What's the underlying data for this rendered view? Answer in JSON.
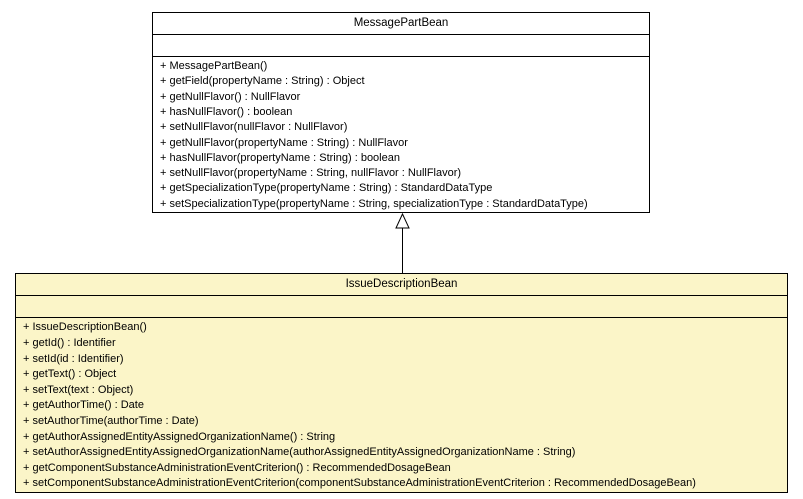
{
  "diagram": {
    "type": "uml-class-diagram",
    "background_color": "#ffffff",
    "classes": [
      {
        "name": "MessagePartBean",
        "fill_color": "#ffffff",
        "border_color": "#000000",
        "attributes": [],
        "methods": [
          "+ MessagePartBean()",
          "+ getField(propertyName : String) : Object",
          "+ getNullFlavor() : NullFlavor",
          "+ hasNullFlavor() : boolean",
          "+ setNullFlavor(nullFlavor : NullFlavor)",
          "+ getNullFlavor(propertyName : String) : NullFlavor",
          "+ hasNullFlavor(propertyName : String) : boolean",
          "+ setNullFlavor(propertyName : String, nullFlavor : NullFlavor)",
          "+ getSpecializationType(propertyName : String) : StandardDataType",
          "+ setSpecializationType(propertyName : String, specializationType : StandardDataType)"
        ]
      },
      {
        "name": "IssueDescriptionBean",
        "fill_color": "#fbf5c8",
        "border_color": "#000000",
        "attributes": [],
        "methods": [
          "+ IssueDescriptionBean()",
          "+ getId() : Identifier",
          "+ setId(id : Identifier)",
          "+ getText() : Object",
          "+ setText(text : Object)",
          "+ getAuthorTime() : Date",
          "+ setAuthorTime(authorTime : Date)",
          "+ getAuthorAssignedEntityAssignedOrganizationName() : String",
          "+ setAuthorAssignedEntityAssignedOrganizationName(authorAssignedEntityAssignedOrganizationName : String)",
          "+ getComponentSubstanceAdministrationEventCriterion() : RecommendedDosageBean",
          "+ setComponentSubstanceAdministrationEventCriterion(componentSubstanceAdministrationEventCriterion : RecommendedDosageBean)"
        ]
      }
    ],
    "relationships": [
      {
        "type": "generalization",
        "from": "IssueDescriptionBean",
        "to": "MessagePartBean",
        "line_color": "#000000",
        "arrowhead": "hollow-triangle"
      }
    ]
  }
}
